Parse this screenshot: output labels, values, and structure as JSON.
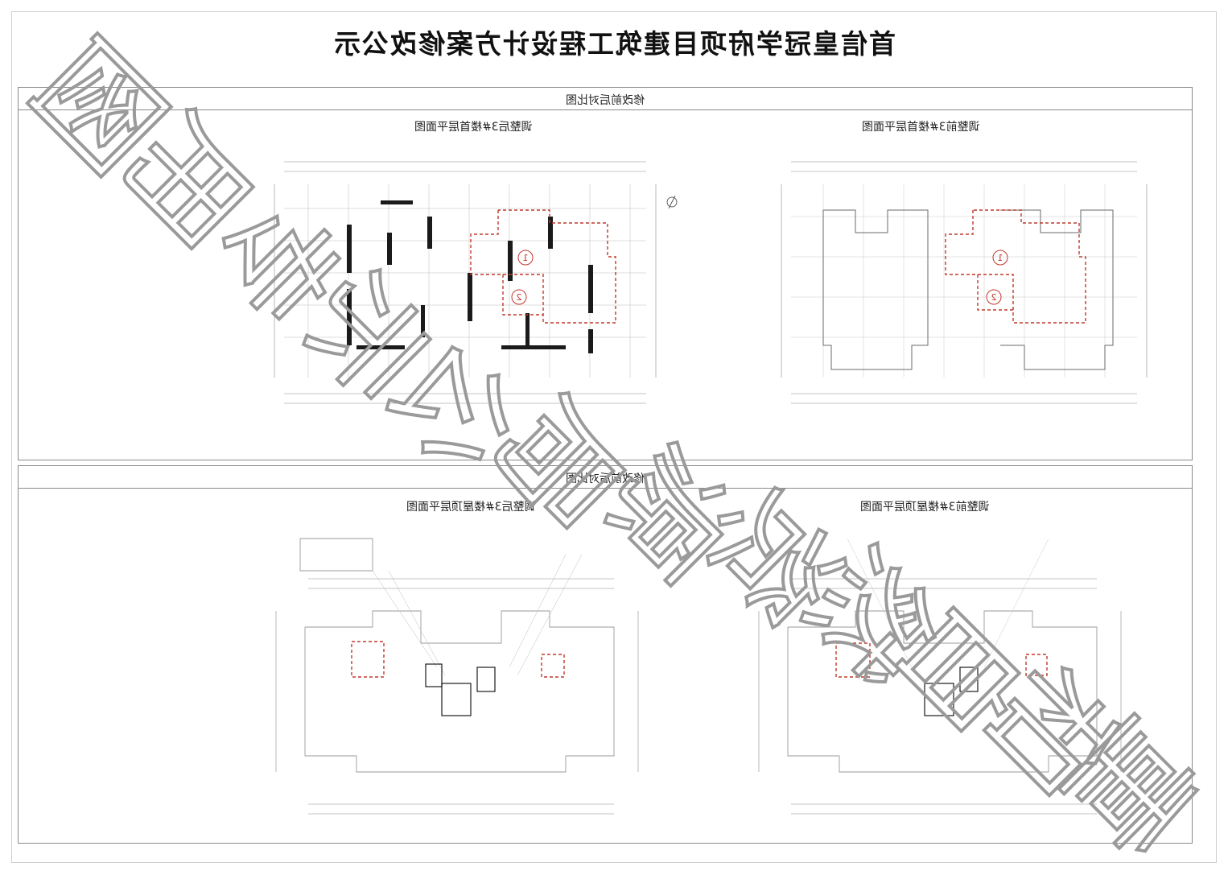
{
  "document": {
    "title": "首信皇冠学府项目建筑工程设计方案修改公示",
    "mirrored": true
  },
  "panels": [
    {
      "header": "修改前后对比图",
      "left_caption": "调整后3#楼首层平面图",
      "right_caption": "调整前3#楼首层平面图",
      "markers": [
        "1",
        "2"
      ]
    },
    {
      "header": "修改前后对比图",
      "left_caption": "调整后3#楼屋顶层平面图",
      "right_caption": "调整前3#楼屋顶层平面图"
    }
  ],
  "watermark": {
    "text": "重庆市规划和自然资源局公示专用图",
    "color": "#9a9a9a"
  },
  "colors": {
    "revision_cloud": "#c0392b",
    "wall": "#1a1a1a",
    "grid": "#7a7a7a"
  }
}
